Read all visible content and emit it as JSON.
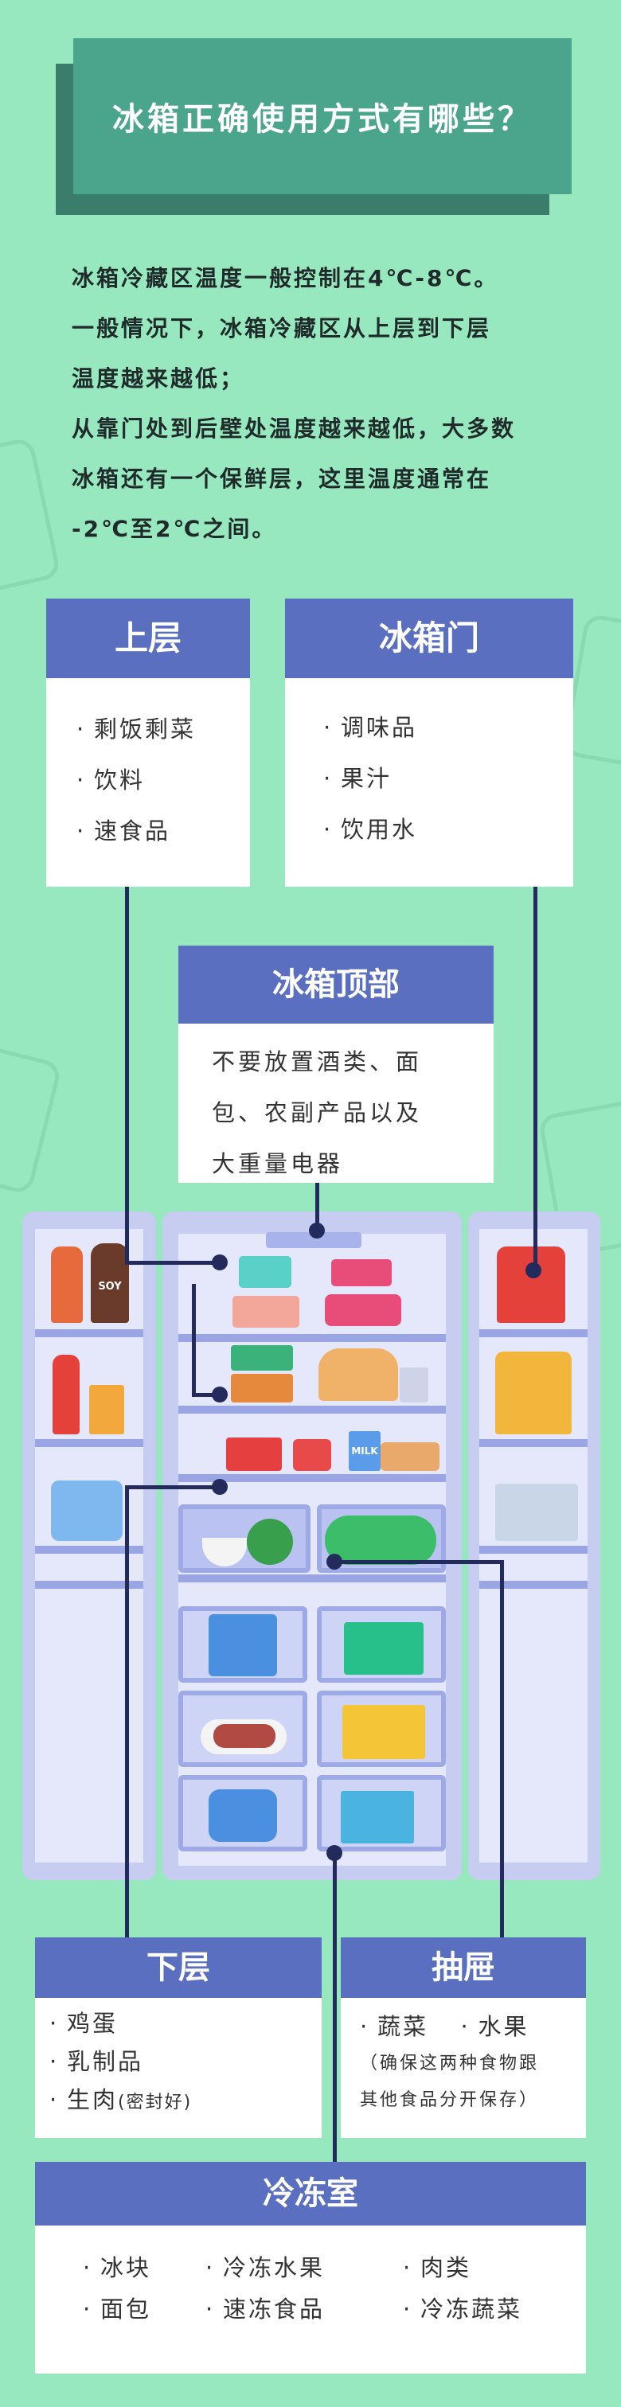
{
  "title": "冰箱正确使用方式有哪些？",
  "intro": [
    "冰箱冷藏区温度一般控制在4℃-8℃。",
    "一般情况下，冰箱冷藏区从上层到下层",
    "温度越来越低；",
    "从靠门处到后壁处温度越来越低，大多数",
    "冰箱还有一个保鲜层，这里温度通常在",
    "-2℃至2℃之间。"
  ],
  "upper": {
    "title": "上层",
    "items": [
      "剩饭剩菜",
      "饮料",
      "速食品"
    ]
  },
  "door": {
    "title": "冰箱门",
    "items": [
      "调味品",
      "果汁",
      "饮用水"
    ]
  },
  "top": {
    "title": "冰箱顶部",
    "lines": [
      "不要放置酒类、面",
      "包、农副产品以及",
      "大重量电器"
    ]
  },
  "lower": {
    "title": "下层",
    "items": [
      "鸡蛋",
      "乳制品",
      "生肉"
    ],
    "note": "(密封好)"
  },
  "drawer": {
    "title": "抽屉",
    "items": [
      "蔬菜",
      "水果"
    ],
    "note_lines": [
      "（确保这两种食物跟",
      "其他食品分开保存）"
    ]
  },
  "freezer": {
    "title": "冷冻室",
    "items": [
      "冰块",
      "冷冻水果",
      "肉类",
      "面包",
      "速冻食品",
      "冷冻蔬菜"
    ]
  },
  "fridge_labels": {
    "soy": "SOY",
    "milk": "MILK"
  },
  "bullet": "·",
  "colors": {
    "background": "#98e8bf",
    "header": "#5b6fc0",
    "title": "#4aa58c",
    "line": "#232a5c"
  }
}
